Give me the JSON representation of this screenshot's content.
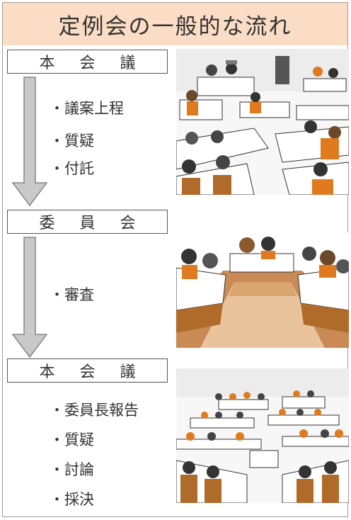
{
  "title": "定例会の一般的な流れ",
  "stages": [
    {
      "label": "本 会 議",
      "items": [
        "・議案上程",
        "・質疑",
        "・付託"
      ]
    },
    {
      "label": "委 員 会",
      "items": [
        "・審査"
      ]
    },
    {
      "label": "本 会 議",
      "items": [
        "・委員長報告",
        "・質疑",
        "・討論",
        "・採決"
      ]
    }
  ],
  "colors": {
    "title_bg": "#fbdcc4",
    "arrow_fill": "#c9c9c9",
    "accent_orange": "#e07a1f"
  }
}
